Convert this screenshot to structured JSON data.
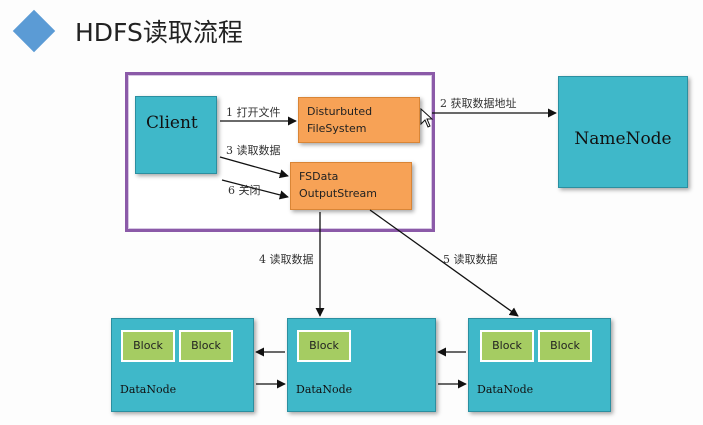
{
  "title": "HDFS读取流程",
  "client": {
    "label": "Client"
  },
  "dfs": {
    "line1": "Disturbuted",
    "line2": "FileSystem"
  },
  "stream": {
    "line1": "FSData",
    "line2": "OutputStream"
  },
  "namenode": {
    "label": "NameNode"
  },
  "datanodes": [
    {
      "label": "DataNode",
      "blocks": [
        "Block",
        "Block"
      ]
    },
    {
      "label": "DataNode",
      "blocks": [
        "Block"
      ]
    },
    {
      "label": "DataNode",
      "blocks": [
        "Block",
        "Block"
      ]
    }
  ],
  "edges": {
    "open_file": "1 打开文件",
    "get_address": "2 获取数据地址",
    "read_data_3": "3 读取数据",
    "read_data_4": "4 读取数据",
    "read_data_5": "5 读取数据",
    "close": "6 关闭"
  },
  "colors": {
    "teal": "#3fb8c9",
    "orange": "#f7a256",
    "block_green": "#a5cc62",
    "frame_purple": "#8b5aa8",
    "bullet_blue": "#5b9bd5"
  }
}
